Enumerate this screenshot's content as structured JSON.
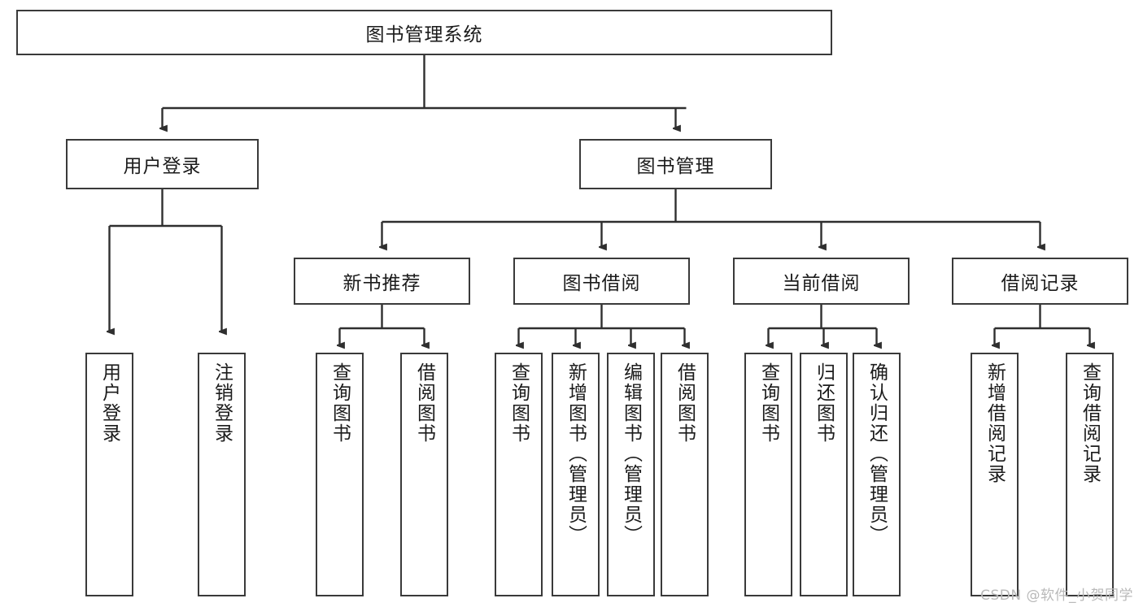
{
  "diagram": {
    "title": "图书管理系统",
    "type": "tree-hierarchy",
    "orientation": "top-down",
    "watermark": "CSDN @软件_小贺同学",
    "colors": {
      "box_border": "#3a3a3a",
      "box_fill": "#ffffff",
      "edge": "#2f2f2f",
      "text": "#1b1b1b",
      "watermark": "#b9b9b9"
    },
    "root": {
      "id": "root",
      "label": "图书管理系统",
      "text_direction": "horizontal"
    },
    "level2": [
      {
        "id": "user-login",
        "label": "用户登录",
        "text_direction": "horizontal"
      },
      {
        "id": "book-manage",
        "label": "图书管理",
        "text_direction": "horizontal"
      }
    ],
    "level3": [
      {
        "id": "new-book-recommend",
        "label": "新书推荐",
        "parent": "book-manage",
        "text_direction": "horizontal"
      },
      {
        "id": "book-borrow",
        "label": "图书借阅",
        "parent": "book-manage",
        "text_direction": "horizontal"
      },
      {
        "id": "current-borrow",
        "label": "当前借阅",
        "parent": "book-manage",
        "text_direction": "horizontal"
      },
      {
        "id": "borrow-record",
        "label": "借阅记录",
        "parent": "book-manage",
        "text_direction": "horizontal"
      }
    ],
    "leaves": [
      {
        "id": "leaf-user-login",
        "label": "用户登录",
        "parent": "user-login",
        "text_direction": "vertical"
      },
      {
        "id": "leaf-user-logout",
        "label": "注销登录",
        "parent": "user-login",
        "text_direction": "vertical"
      },
      {
        "id": "leaf-query-book-rec",
        "label": "查询图书",
        "parent": "new-book-recommend",
        "text_direction": "vertical"
      },
      {
        "id": "leaf-borrow-book-rec",
        "label": "借阅图书",
        "parent": "new-book-recommend",
        "text_direction": "vertical"
      },
      {
        "id": "leaf-query-book-borrow",
        "label": "查询图书",
        "parent": "book-borrow",
        "text_direction": "vertical"
      },
      {
        "id": "leaf-add-book-admin",
        "label": "新增图书（管理员）",
        "parent": "book-borrow",
        "text_direction": "vertical"
      },
      {
        "id": "leaf-edit-book-admin",
        "label": "编辑图书（管理员）",
        "parent": "book-borrow",
        "text_direction": "vertical"
      },
      {
        "id": "leaf-borrow-book",
        "label": "借阅图书",
        "parent": "book-borrow",
        "text_direction": "vertical"
      },
      {
        "id": "leaf-query-book-current",
        "label": "查询图书",
        "parent": "current-borrow",
        "text_direction": "vertical"
      },
      {
        "id": "leaf-return-book",
        "label": "归还图书",
        "parent": "current-borrow",
        "text_direction": "vertical"
      },
      {
        "id": "leaf-confirm-return-admin",
        "label": "确认归还（管理员）",
        "parent": "current-borrow",
        "text_direction": "vertical"
      },
      {
        "id": "leaf-add-borrow-record",
        "label": "新增借阅记录",
        "parent": "borrow-record",
        "text_direction": "vertical"
      },
      {
        "id": "leaf-query-borrow-record",
        "label": "查询借阅记录",
        "parent": "borrow-record",
        "text_direction": "vertical"
      }
    ]
  }
}
